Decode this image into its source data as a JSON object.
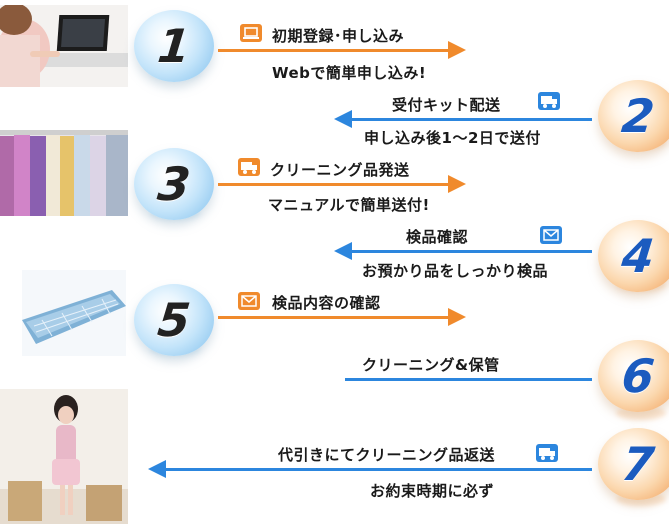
{
  "steps": [
    {
      "number": "1",
      "title": "初期登録･申し込み",
      "desc": "Webで簡単申し込み!",
      "direction": "right",
      "icon": "pc-icon"
    },
    {
      "number": "2",
      "title": "受付キット配送",
      "desc": "申し込み後1～2日で送付",
      "direction": "left",
      "icon": "truck-icon"
    },
    {
      "number": "3",
      "title": "クリーニング品発送",
      "desc": "マニュアルで簡単送付!",
      "direction": "right",
      "icon": "truck-icon"
    },
    {
      "number": "4",
      "title": "検品確認",
      "desc": "お預かり品をしっかり検品",
      "direction": "left",
      "icon": "mail-icon"
    },
    {
      "number": "5",
      "title": "検品内容の確認",
      "desc": "",
      "direction": "right",
      "icon": "mail-icon"
    },
    {
      "number": "6",
      "title": "クリーニング&保管",
      "desc": "",
      "direction": "left",
      "icon": ""
    },
    {
      "number": "7",
      "title": "代引きにてクリーニング品返送",
      "desc": "お約束時期に必ず",
      "direction": "left",
      "icon": "truck-icon"
    }
  ],
  "colors": {
    "orange": "#f08a2c",
    "blue": "#2c86de",
    "ball_blue": "#9dcff2",
    "ball_orange": "#f5b57a"
  }
}
